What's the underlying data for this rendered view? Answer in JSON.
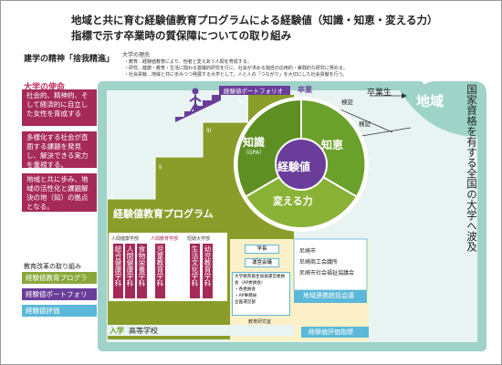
{
  "header": {
    "title_line1": "地域と共に育む経験値教育プログラムによる経験値（知識・知恵・変える力）",
    "title_line2": "指標で示す卒業時の質保障についての取り組み"
  },
  "founding": {
    "spirit_label": "建学の精神「捨我精進」",
    "philosophy_label": "大学の理念",
    "philosophy_lines": [
      "・教育…経験値教育により、他者と変えあう人間を育成する。",
      "・研究…健康・教育・生活に関わる基礎的研究を行に、社会が求める独自の応用的・実践的な研究に努める。",
      "・社会貢献…地域と共に歩みつつ発展する大学として、人と人の「つながり」を大切にした社会貢献を行う。"
    ]
  },
  "mission": {
    "heading": "大学の使命",
    "items": [
      "社会的、精神的、そして経済的に自立した女性を育成する",
      "多様化する社会が直面する課題を発見し、解決できる実力を重視する。",
      "地域と共に歩み、地域の活性化と課題解決の地（知）の拠点となる。"
    ]
  },
  "reform": {
    "heading": "教育改革の取り組み",
    "items": [
      {
        "label": "経験値教育プログラム",
        "color": "#8aa83a"
      },
      {
        "label": "経験値ポートフォリオ",
        "color": "#6a3d9a"
      },
      {
        "label": "経験値評価",
        "color": "#5cb8d8"
      }
    ]
  },
  "diagram": {
    "portfolio_label": "経験値ポートフォリオ",
    "graduation_label": "卒業",
    "graduate_label": "卒業生",
    "verify_label": "検証",
    "region_label": "地域",
    "right_vertical": "国家資格を有する全国の大学へ波及",
    "center_label": "経験値",
    "knowledge_label": "知識",
    "knowledge_sub": "（GPA）",
    "wisdom_label": "知恵",
    "change_label": "変える力",
    "stage_numerals": [
      "I",
      "II",
      "III",
      "IV"
    ],
    "program_label": "経験値教育プログラム",
    "admission_label": "入学",
    "highschool_label": "高等学校",
    "evaluation_indicator": "経験値評価指標"
  },
  "faculties": {
    "groups": [
      {
        "header": "人間健康学部",
        "depts": [
          "総合健康学科",
          "人間健康学科",
          "食物栄養学科"
        ]
      },
      {
        "header": "人間教育学部",
        "depts": [
          "児童教育学科"
        ]
      },
      {
        "header": "短期大学部",
        "depts": [
          "生活文化学科",
          "幼児教育学科"
        ]
      }
    ]
  },
  "council": {
    "president": "学長",
    "senate": "運営会議",
    "committee": "大学教育再生加速運営委員会（AP委員会）",
    "sub_items": [
      "・各委員会",
      "・AP事務局",
      "企画運営部"
    ],
    "office": "教育研究室",
    "partners": [
      "尼崎市",
      "尼崎商工会議所",
      "尼崎市社会福祉協議会"
    ],
    "liaison_label": "地域連携統括会議"
  }
}
